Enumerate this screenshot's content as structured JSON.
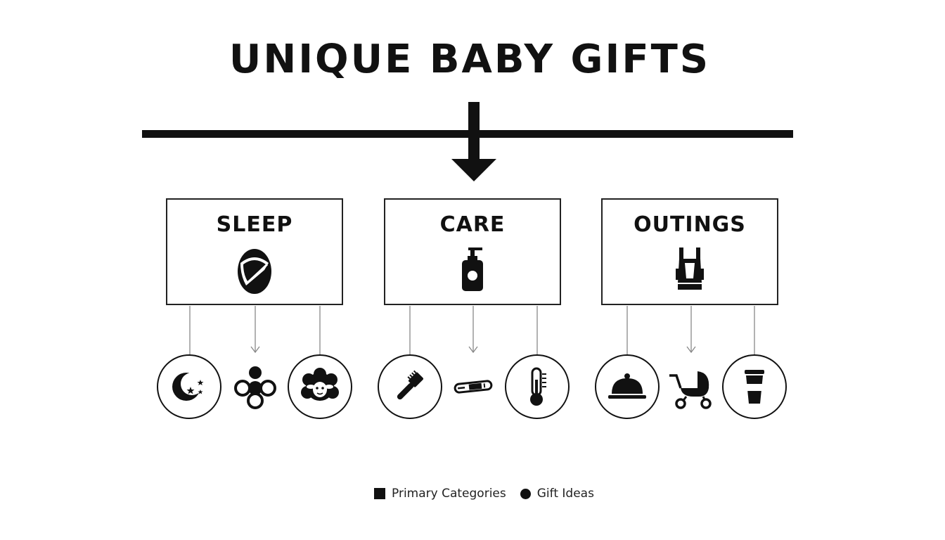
{
  "title": "UNIQUE BABY GIFTS",
  "categories": [
    {
      "label": "SLEEP",
      "icon": "swaddled-baby-icon",
      "gifts": [
        {
          "icon": "moon-stars-icon"
        },
        {
          "icon": "pacifier-icon"
        },
        {
          "icon": "sheep-icon"
        }
      ]
    },
    {
      "label": "CARE",
      "icon": "lotion-pump-bottle-icon",
      "gifts": [
        {
          "icon": "baby-brush-icon"
        },
        {
          "icon": "nail-file-icon"
        },
        {
          "icon": "thermometer-icon"
        }
      ]
    },
    {
      "label": "OUTINGS",
      "icon": "baby-carrier-icon",
      "gifts": [
        {
          "icon": "food-cloche-icon"
        },
        {
          "icon": "stroller-icon"
        },
        {
          "icon": "travel-cup-icon"
        }
      ]
    }
  ],
  "legend": {
    "primary": "Primary Categories",
    "gift": "Gift Ideas"
  },
  "colors": {
    "ink": "#111111",
    "background": "#ffffff"
  }
}
